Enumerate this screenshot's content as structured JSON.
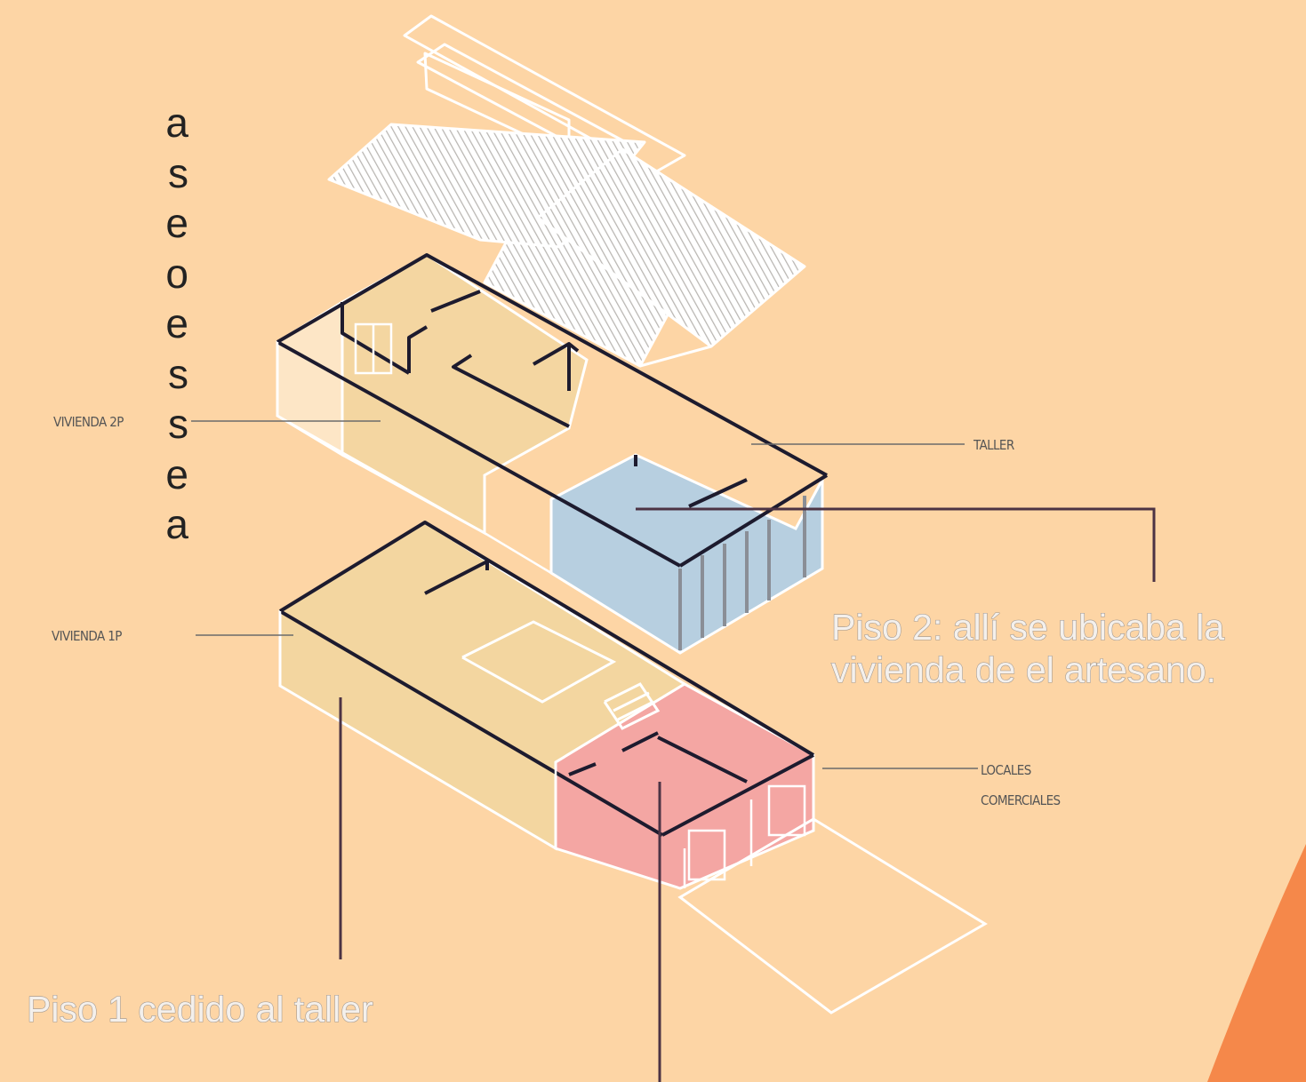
{
  "left_column_letters": [
    "a",
    "s",
    "e",
    "o",
    "e",
    "s",
    "s",
    "e",
    "a"
  ],
  "labels": {
    "vivienda_2p": "VIVIENDA 2P",
    "vivienda_1p": "VIVIENDA 1P",
    "taller": "TALLER",
    "locales_line1": "LOCALES",
    "locales_line2": "COMERCIALES"
  },
  "captions": {
    "piso2_line1": "Piso 2: allí se ubicaba la",
    "piso2_line2": "vivienda de el artesano.",
    "piso1": "Piso 1 cedido al taller"
  },
  "colors": {
    "background": "#fdd5a5",
    "vivienda_fill": "#f2d6a0",
    "taller_fill": "#b7cfe0",
    "locales_fill": "#f4a6a3",
    "accent_orange": "#f5884a",
    "outline": "#1d1b2e",
    "leader": "#4c3344"
  }
}
